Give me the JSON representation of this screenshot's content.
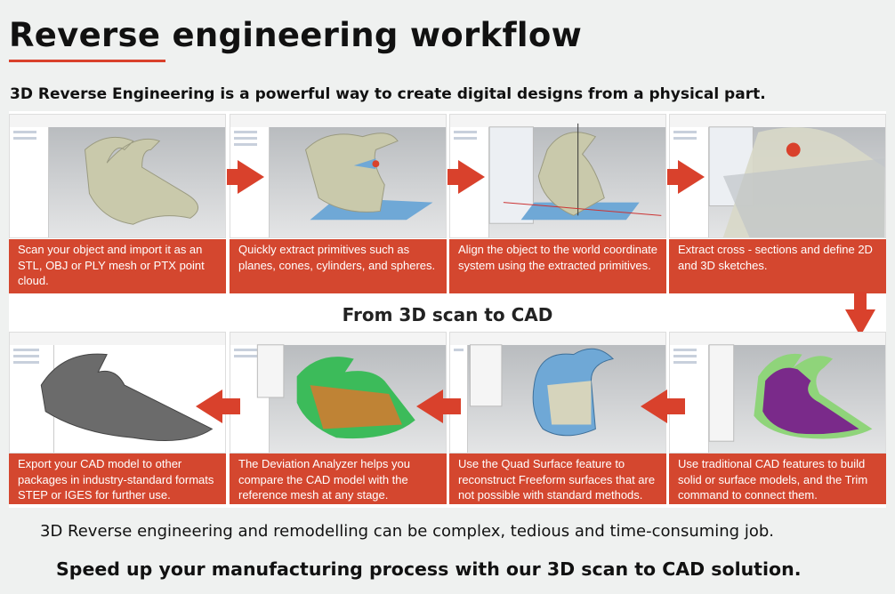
{
  "title": "Reverse engineering workflow",
  "subtitle": "3D Reverse Engineering is a powerful way to create digital designs from a physical part.",
  "middle_heading": "From 3D scan to CAD",
  "top_steps": [
    {
      "caption": "Scan your object and import  it as an STL, OBJ or PLY mesh or PTX point cloud."
    },
    {
      "caption": "Quickly extract primitives such as planes, cones, cylinders, and spheres."
    },
    {
      "caption": "Align the object  to the world coordinate system using the extracted primitives."
    },
    {
      "caption": "Extract cross - sections and define 2D and 3D sketches."
    }
  ],
  "bottom_steps": [
    {
      "caption": "Export your CAD model to other packages in industry-standard formats STEP or IGES for further use."
    },
    {
      "caption": "The Deviation Analyzer helps you compare the CAD model with the reference mesh at any stage."
    },
    {
      "caption": "Use the Quad Surface feature to reconstruct Freeform surfaces that are not possible with standard methods."
    },
    {
      "caption": "Use traditional CAD features to build solid or surface models, and the Trim command to connect them."
    }
  ],
  "footer_line1": "3D Reverse engineering and remodelling can be complex, tedious and time-consuming job.",
  "footer_line2": "Speed up your manufacturing process with our 3D scan to CAD solution.",
  "colors": {
    "accent": "#d4472f",
    "mesh": "#c9c9ab",
    "plane": "#6fa8d6",
    "cad_green": "#8fd47a",
    "cad_purple": "#7a2a8a",
    "export_gray": "#6b6b6b"
  }
}
